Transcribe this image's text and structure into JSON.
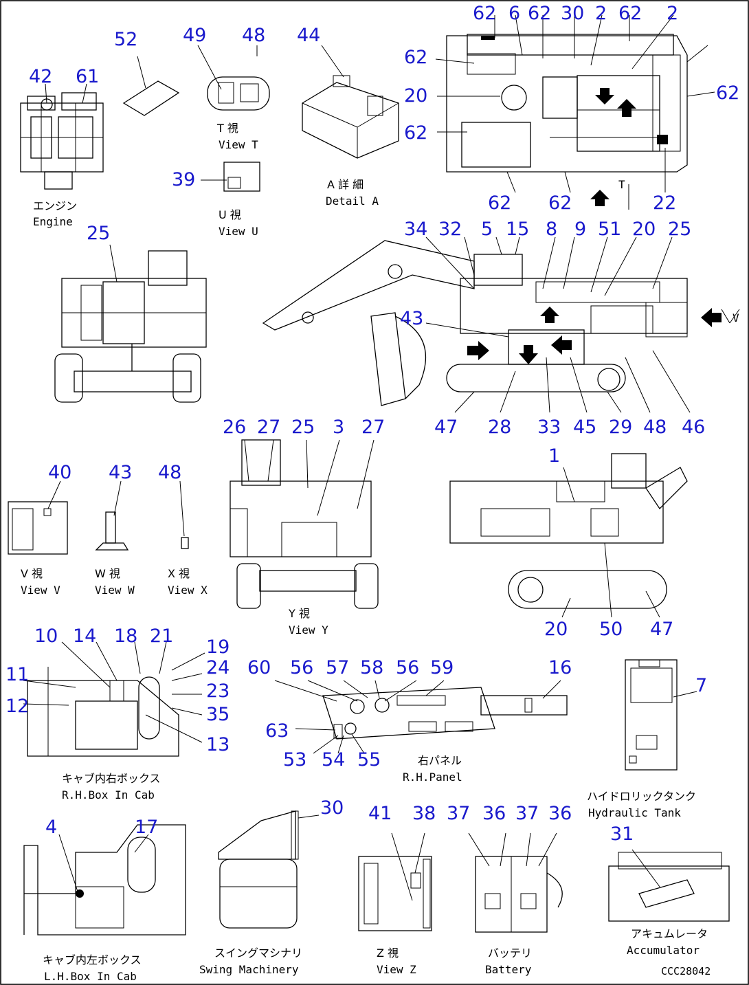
{
  "drawing_code": "CCC28042",
  "captions": {
    "engine_jp": "エンジン",
    "engine_en": "Engine",
    "view_t_jp": "T 視",
    "view_t_en": "View T",
    "view_u_jp": "U 視",
    "view_u_en": "View U",
    "detail_a_jp": "A 詳 細",
    "detail_a_en": "Detail A",
    "view_v_jp": "V 視",
    "view_v_en": "View V",
    "view_w_jp": "W 視",
    "view_w_en": "View W",
    "view_x_jp": "X 視",
    "view_x_en": "View X",
    "view_y_jp": "Y 視",
    "view_y_en": "View Y",
    "rh_box_jp": "キャブ内右ボックス",
    "rh_box_en": "R.H.Box In Cab",
    "rh_panel_jp": "右パネル",
    "rh_panel_en": "R.H.Panel",
    "hyd_tank_jp": "ハイドロリックタンク",
    "hyd_tank_en": "Hydraulic Tank",
    "lh_box_jp": "キャブ内左ボックス",
    "lh_box_en": "L.H.Box In Cab",
    "swing_jp": "スイングマシナリ",
    "swing_en": "Swing Machinery",
    "view_z_jp": "Z 視",
    "view_z_en": "View Z",
    "battery_jp": "バッテリ",
    "battery_en": "Battery",
    "accum_jp": "アキュムレータ",
    "accum_en": "Accumulator"
  },
  "callouts": [
    "42",
    "61",
    "52",
    "49",
    "48",
    "44",
    "39",
    "62",
    "6",
    "62",
    "30",
    "2",
    "62",
    "2",
    "62",
    "20",
    "62",
    "62",
    "62",
    "62",
    "22",
    "25",
    "34",
    "32",
    "5",
    "15",
    "8",
    "9",
    "51",
    "20",
    "25",
    "43",
    "47",
    "28",
    "33",
    "45",
    "29",
    "48",
    "46",
    "26",
    "27",
    "25",
    "3",
    "27",
    "1",
    "40",
    "43",
    "48",
    "20",
    "50",
    "47",
    "10",
    "14",
    "18",
    "21",
    "19",
    "24",
    "23",
    "35",
    "11",
    "12",
    "13",
    "60",
    "56",
    "57",
    "58",
    "56",
    "59",
    "16",
    "63",
    "53",
    "54",
    "55",
    "7",
    "4",
    "17",
    "30",
    "41",
    "38",
    "37",
    "36",
    "37",
    "36",
    "31"
  ],
  "markers": {
    "t": "T",
    "v": "V"
  }
}
